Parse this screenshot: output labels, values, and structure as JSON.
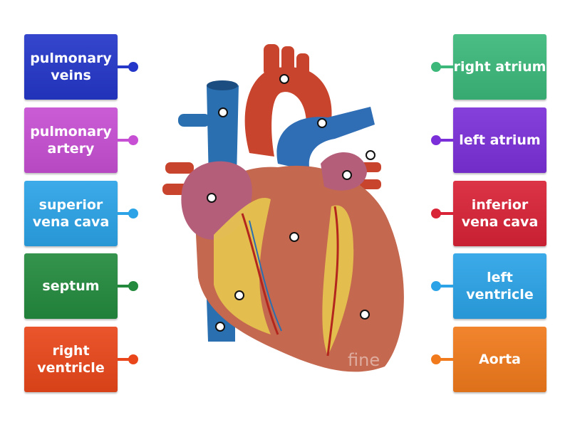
{
  "labels_left": [
    {
      "text": "pulmonary veins",
      "color": "#2437c9"
    },
    {
      "text": "pulmonary artery",
      "color": "#c64fd3"
    },
    {
      "text": "superior vena cava",
      "color": "#2ba3e6"
    },
    {
      "text": "septum",
      "color": "#238a3d"
    },
    {
      "text": "right ventricle",
      "color": "#e9471b"
    }
  ],
  "labels_right": [
    {
      "text": "right atrium",
      "color": "#3bb87a"
    },
    {
      "text": "left atrium",
      "color": "#7b2fd8"
    },
    {
      "text": "inferior vena cava",
      "color": "#d92337"
    },
    {
      "text": "left ventricle",
      "color": "#2ba3e6"
    },
    {
      "text": "Aorta",
      "color": "#f07a1c"
    }
  ],
  "watermark": "fine"
}
